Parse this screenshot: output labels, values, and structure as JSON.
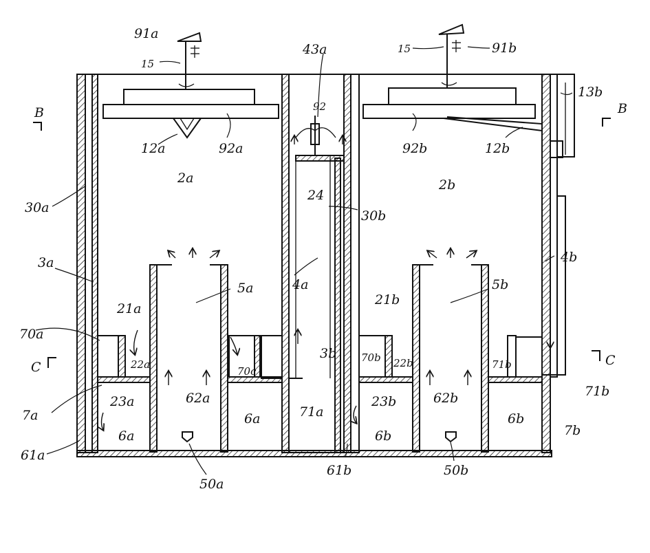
{
  "figure": {
    "labels": {
      "l91a": "91a",
      "l15a": "15",
      "l43a": "43a",
      "l15b": "15",
      "l91b": "91b",
      "l13b": "13b",
      "lBleft": "B",
      "lBright": "B",
      "l12a": "12a",
      "l92a": "92a",
      "l92": "92",
      "l92b": "92b",
      "l12b": "12b",
      "l30a": "30a",
      "l2a": "2a",
      "l24": "24",
      "l30b": "30b",
      "l2b": "2b",
      "l3a": "3a",
      "l5a": "5a",
      "l4a": "4a",
      "l5b": "5b",
      "l4b": "4b",
      "l21a": "21a",
      "l21b": "21b",
      "l70a": "70a",
      "l22a": "22a",
      "l70c": "70c",
      "l70b": "70b",
      "l22b": "22b",
      "l71b_s": "71b",
      "lCleft": "C",
      "lCright": "C",
      "l7a": "7a",
      "l23a": "23a",
      "l62a": "62a",
      "l6a_r": "6a",
      "l71a": "71a",
      "l3b": "3b",
      "l23b": "23b",
      "l62b": "62b",
      "l6b_r": "6b",
      "l7b": "7b",
      "l71b": "71b",
      "l61a": "61a",
      "l6a": "6a",
      "l6b": "6b",
      "l61b": "61b",
      "l50a": "50a",
      "l50b": "50b"
    }
  }
}
